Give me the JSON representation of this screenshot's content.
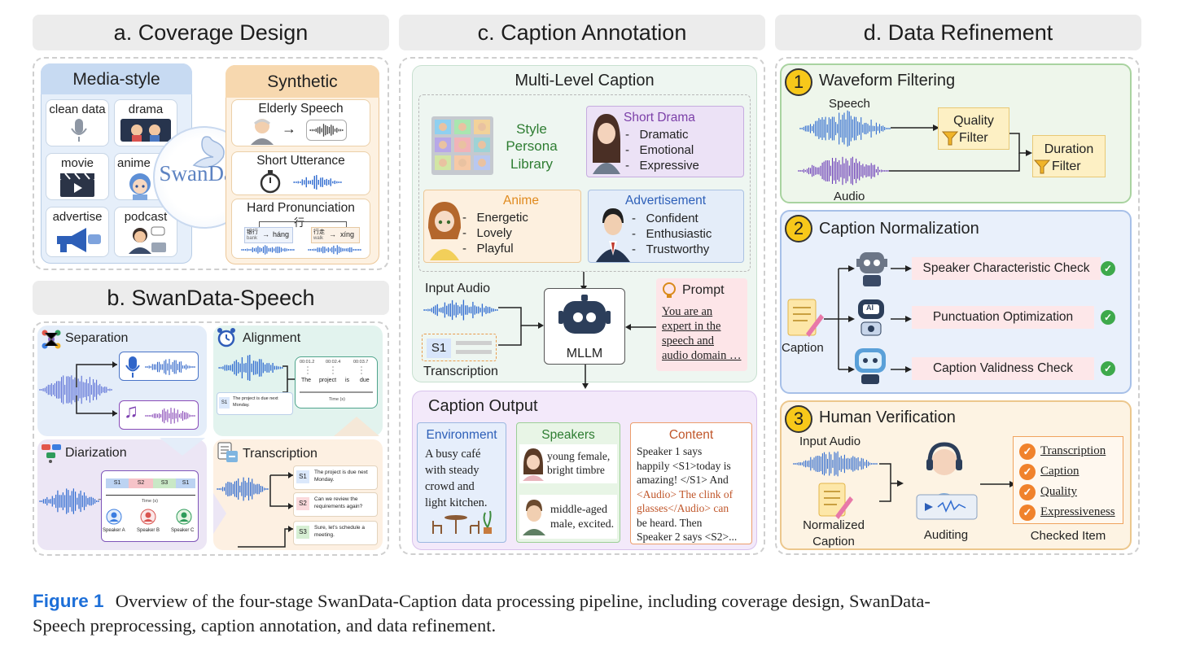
{
  "sections": {
    "a": "a. Coverage Design",
    "b": "b. SwanData-Speech",
    "c": "c. Caption Annotation",
    "d": "d. Data Refinement"
  },
  "coverage": {
    "media_title": "Media-style",
    "media_items": [
      "clean data",
      "drama",
      "movie",
      "anime",
      "advertise",
      "podcast"
    ],
    "logo_text": "SwanData",
    "synthetic_title": "Synthetic",
    "synthetic_items": [
      "Elderly Speech",
      "Short Utterance",
      "Hard Pronunciation"
    ],
    "pron_char": "行",
    "pron_left_word": "银行",
    "pron_left_gloss": "bank",
    "pron_left_py": "háng",
    "pron_right_word": "行走",
    "pron_right_gloss": "walk",
    "pron_right_py": "xíng"
  },
  "swandata_speech": {
    "separation": "Separation",
    "alignment": "Alignment",
    "align_times": [
      "00:01.2",
      "00:02.4",
      "00:03.7"
    ],
    "align_words": [
      "The",
      "project",
      "is",
      "due"
    ],
    "align_axis": "Time (s)",
    "align_tag": "S1",
    "align_text": "The project is due next Monday.",
    "diarization": "Diarization",
    "diar_segments": [
      "S1",
      "S2",
      "S3",
      "S1"
    ],
    "diar_axis": "Time (s)",
    "diar_speakers": [
      "Speaker A",
      "Speaker B",
      "Speaker C"
    ],
    "transcription": "Transcription",
    "trans_items": [
      {
        "tag": "S1",
        "text": "The project is due next Monday."
      },
      {
        "tag": "S2",
        "text": "Can we review the requirements again?"
      },
      {
        "tag": "S3",
        "text": "Sure, let's schedule a meeting."
      }
    ]
  },
  "caption_annotation": {
    "mlc_title": "Multi-Level Caption",
    "style_lib": [
      "Style",
      "Persona",
      "Library"
    ],
    "short_drama": {
      "title": "Short Drama",
      "items": [
        "Dramatic",
        "Emotional",
        "Expressive"
      ]
    },
    "anime": {
      "title": "Anime",
      "items": [
        "Energetic",
        "Lovely",
        "Playful"
      ]
    },
    "advertisement": {
      "title": "Advertisement",
      "items": [
        "Confident",
        "Enthusiastic",
        "Trustworthy"
      ]
    },
    "input_audio": "Input Audio",
    "s1_tag": "S1",
    "transcription": "Transcription",
    "mllm": "MLLM",
    "prompt_title": "Prompt",
    "prompt_text": [
      "You are an",
      "expert in the",
      "speech and",
      "audio domain …"
    ],
    "output_title": "Caption Output",
    "environment_title": "Environment",
    "environment_text": [
      "A busy café",
      "with steady",
      "crowd and",
      "light kitchen."
    ],
    "speakers_title": "Speakers",
    "speaker1": [
      "young female,",
      "bright timbre"
    ],
    "speaker2": [
      "middle-aged",
      "male, excited."
    ],
    "content_title": "Content",
    "content_lines": [
      {
        "t": "Speaker 1 says",
        "c": "#222"
      },
      {
        "t": "happily <S1>today is",
        "c": "#222"
      },
      {
        "t": "amazing! </S1> And",
        "c": "#222"
      },
      {
        "t": "<Audio> The clink of",
        "c": "#c0562a"
      },
      {
        "t": "glasses</Audio> can",
        "c": "#c0562a"
      },
      {
        "t": "be heard. Then",
        "c": "#222"
      },
      {
        "t": "Speaker 2 says <S2>...",
        "c": "#222"
      }
    ]
  },
  "refinement": {
    "wf_num": "1",
    "wf_title": "Waveform Filtering",
    "speech": "Speech",
    "audio": "Audio",
    "quality_filter": [
      "Quality",
      "Filter"
    ],
    "duration_filter": [
      "Duration",
      "Filter"
    ],
    "cn_num": "2",
    "cn_title": "Caption Normalization",
    "caption": "Caption",
    "checks": [
      "Speaker Characteristic Check",
      "Punctuation Optimization",
      "Caption Validness Check"
    ],
    "ai_label": "AI",
    "hv_num": "3",
    "hv_title": "Human Verification",
    "hv_input": "Input Audio",
    "hv_normalized": [
      "Normalized",
      "Caption"
    ],
    "auditing": "Auditing",
    "checked_items": [
      "Transcription",
      "Caption",
      "Quality",
      "Expressiveness"
    ],
    "checked_label": "Checked Item"
  },
  "figure_caption": {
    "label": "Figure 1",
    "line1": "Overview of the four-stage SwanData-Caption data processing pipeline, including coverage design, SwanData-",
    "line2": "Speech preprocessing, caption annotation, and data refinement."
  }
}
